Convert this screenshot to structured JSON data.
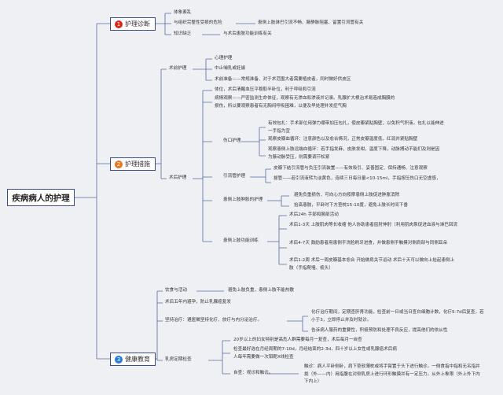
{
  "root": "疾病病人的护理",
  "colors": {
    "n1": "#d9281c",
    "n2": "#e8741f",
    "n3": "#2a7bd3",
    "line": "#5a6aa0"
  },
  "diagnosis": {
    "num": "1",
    "label": "护理诊断",
    "items": [
      "体象紊乱",
      "与组织完整性受损的危险",
      "知识缺乏"
    ],
    "details": [
      "患侧上肢淋巴引流不畅、腋静脉阻塞、留置引流管有关",
      "与术后患肢功能训练有关"
    ]
  },
  "measures": {
    "num": "2",
    "label": "护理措施",
    "pre": {
      "label": "术前护理",
      "items": [
        "心理护理",
        "中止哺乳或妊娠",
        "术前准备——常规准备、对于术范围大者需要植皮者，同时做好供皮区"
      ]
    },
    "post": {
      "label": "术后护理",
      "position": "体位，术后清醒血压平稳取半卧位，利于呼吸和引流",
      "observation": "病情观察——严密监测生命体征，观察有无渗血和渗液并记录。乳腺扩大根治术易造成胸膜的损伤，所以要观察患者有无胸闷呼吸困难，以便及早处理并发症气胸",
      "wound": {
        "label": "伤口护理",
        "items": [
          "有效包扎：手术部位用弹力绷带加压包扎，使皮瓣紧贴胸壁，以免积气积液。包扎以能伸进一手指为宜",
          "观察皮瓣血循环：注意颜色以及愈合情况，正常皮瓣温度低，红润并紧贴胸壁",
          "观察患侧上肢远端血循环：若手指发麻，皮肤发绀，温度下降，动脉搏动不能扪及则是因为腋动脉受压，则需要调节松紧"
        ]
      },
      "drain": {
        "label": "引流管护理",
        "items": [
          "皮瓣下结引流管与负压引流装置——有效吸引、妥善固定、保持通畅、注意观察",
          "拔管——若引流液转为淡黄色，连续三日每日量<10-15ml，手指按压伤口无空虚感，"
        ]
      },
      "swelling": {
        "label": "患侧上肢肿胀的护理",
        "items": [
          "避免负重损伤、可向心方向按摩患侧上肢促进肿胀消除",
          "抬高患肢，平卧时下方垫枕15-10度，避免上肢长时间下垂"
        ]
      },
      "training": {
        "label": "患侧上肢功能训练",
        "items": [
          "术后24h 手部和腕部活动",
          "术后1-3天 上肢肌肉等长收缩 他人协助患者屈肘伸肘（利用肌肉泵促进血液与淋巴回流",
          "术后4-7天 鼓励患者用患侧手洗脸刷牙进食，并做患侧手触摸对侧肩部与同侧耳朵",
          "术后1-2周 术后一周皮瓣基本愈合 开始做肩关节运动 术后十天可以做向上抬起患侧上肢（手指爬墙、梳头）"
        ]
      }
    }
  },
  "education": {
    "num": "3",
    "label": "健康教育",
    "diet": {
      "label": "饮食与活动",
      "detail": "避免上肢负重，患侧上肢不能热敷"
    },
    "contraception": "术后五年内避孕，防止乳腺癌复发",
    "therapy": {
      "label": "坚持治疗：遵医嘱坚持化疗、放疗与内分泌治疗。",
      "items": [
        "化疗治疗期间，定期查肝肾功能，检查前一日或当日查白细胞计数，化疗5-7d后复查，若小于3，立即停止并及时就诊。",
        "告诉病人服药的重要性，积极预防和处理不良反应，提高他们的依从性"
      ]
    },
    "exam": {
      "label": "乳房定期检查",
      "items": [
        "20岁以上的妇女特别是高危人群需要每月一复查，术后每月一自查",
        "检查最好选在月经周期的7-10d，月经结束的2-3d，四十岁以上女性或乳腺癌术后病人每年需要做一次钼靶X线检查"
      ],
      "self": {
        "label": "自查：视诊和触诊。",
        "detail": "触诊：病人平卧侧卧，肩下垫软薄枕或将手臂置于头下进行触诊。一侧食指中指和无名指并拢（外——内）用指腹在对侧乳房上进行环形触摸并有一定压力。从外上象限（外上外下内下内上）"
      }
    }
  }
}
